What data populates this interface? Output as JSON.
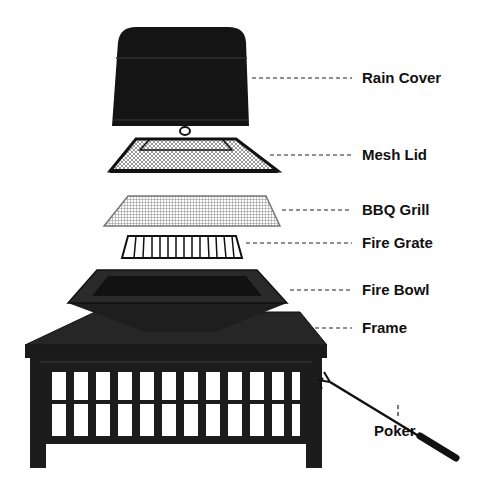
{
  "diagram": {
    "labels": [
      "Rain Cover",
      "Mesh Lid",
      "BBQ Grill",
      "Fire Grate",
      "Fire Bowl",
      "Frame",
      "Poker"
    ]
  }
}
